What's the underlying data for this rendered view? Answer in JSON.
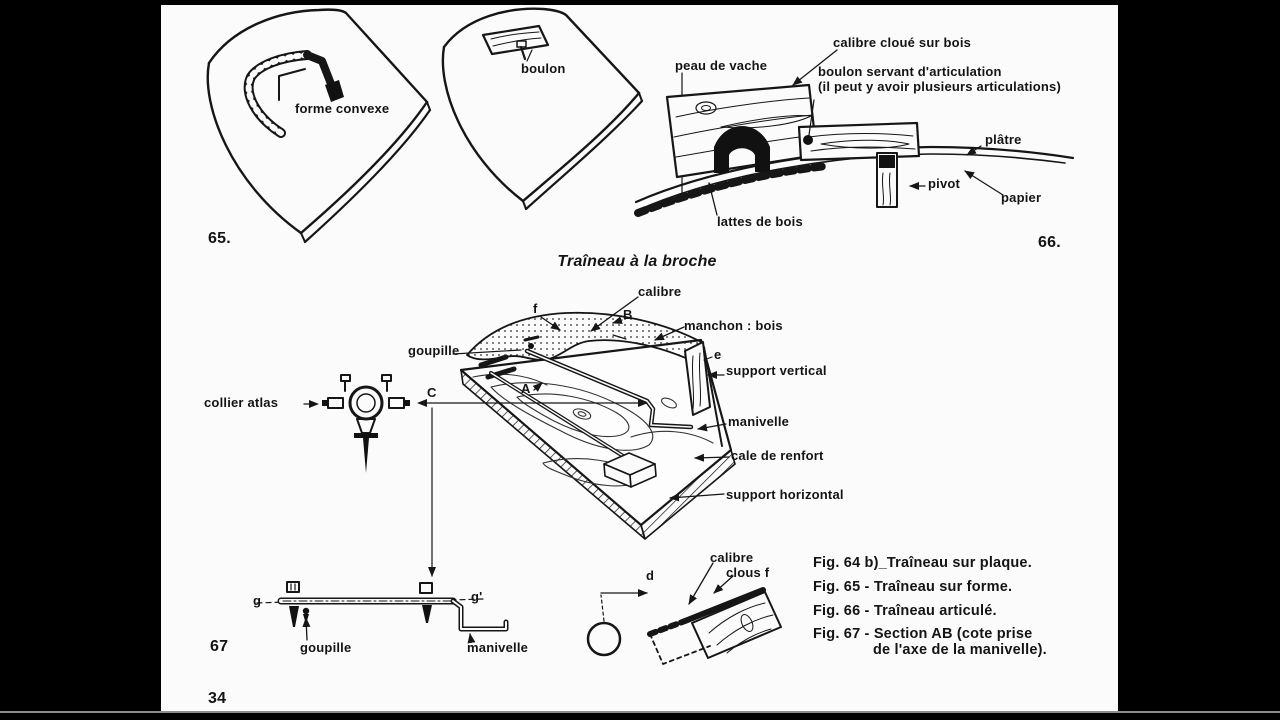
{
  "colors": {
    "background": "#000000",
    "paper": "#fbfbfb",
    "ink": "#161616"
  },
  "title": "Traîneau à la broche",
  "page": {
    "number": "34"
  },
  "fig65": {
    "number": "65.",
    "forme_convexe": "forme convexe",
    "boulon": "boulon"
  },
  "fig66": {
    "number": "66.",
    "calibre_cloue": "calibre cloué sur bois",
    "peau_de_vache": "peau de vache",
    "boulon_articulation_line1": "boulon servant d'articulation",
    "boulon_articulation_line2": "(il peut y avoir plusieurs articulations)",
    "platre": "plâtre",
    "pivot": "pivot",
    "papier": "papier",
    "lattes_de_bois": "lattes de bois"
  },
  "fig64b": {
    "calibre": "calibre",
    "f_mark": "f",
    "b_mark": "B",
    "manchon": "manchon : bois",
    "goupille": "goupille",
    "e_mark": "e",
    "support_vertical": "support vertical",
    "collier_atlas": "collier atlas",
    "c_mark": "C",
    "a_mark": "A",
    "manivelle": "manivelle",
    "cale_de_renfort": "cale de renfort",
    "support_horizontal": "support horizontal"
  },
  "fig67": {
    "number": "67",
    "g": "g",
    "g_prime": "g'",
    "goupille": "goupille",
    "manivelle": "manivelle"
  },
  "fig_small": {
    "d_mark": "d",
    "calibre": "calibre",
    "clous": "clous f"
  },
  "captions": {
    "line1": "Fig. 64 b)_Traîneau sur plaque.",
    "line2": "Fig. 65 - Traîneau sur forme.",
    "line3": "Fig. 66 - Traîneau articulé.",
    "line4": "Fig. 67 - Section AB (cote prise",
    "line5": "de l'axe de la manivelle)."
  }
}
